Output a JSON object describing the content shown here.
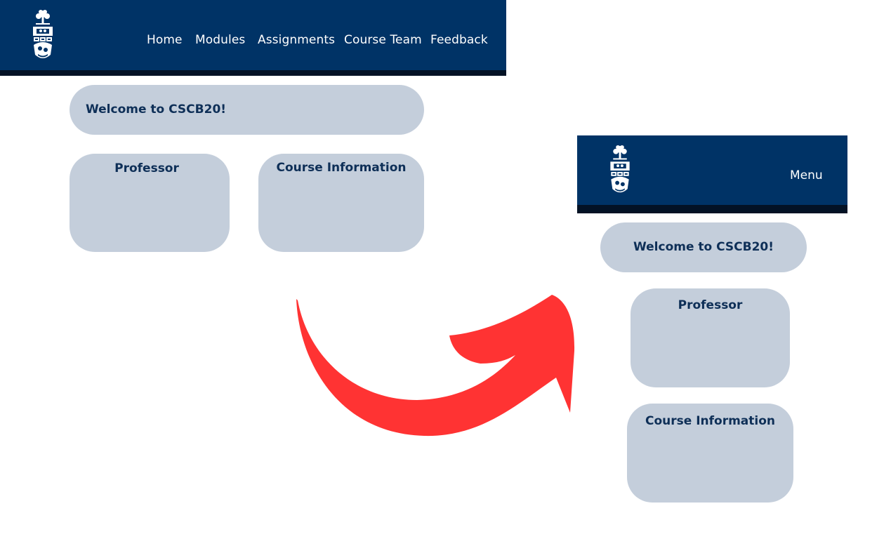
{
  "desktop": {
    "nav": {
      "items": [
        {
          "label": "Home"
        },
        {
          "label": "Modules"
        },
        {
          "label": "Assignments"
        },
        {
          "label": "Course Team"
        },
        {
          "label": "Feedback"
        }
      ]
    },
    "welcome": "Welcome to CSCB20!",
    "cards": [
      {
        "title": "Professor"
      },
      {
        "title": "Course Information"
      }
    ]
  },
  "mobile": {
    "menu_label": "Menu",
    "welcome": "Welcome to CSCB20!",
    "cards": [
      {
        "title": "Professor"
      },
      {
        "title": "Course Information"
      }
    ]
  },
  "colors": {
    "header": "#003366",
    "header_strip": "#031225",
    "card": "#c4cedb",
    "card_text": "#0e2f57",
    "arrow": "#ff3333"
  },
  "icons": {
    "logo": "university-crest-icon",
    "arrow": "curved-arrow-icon"
  }
}
